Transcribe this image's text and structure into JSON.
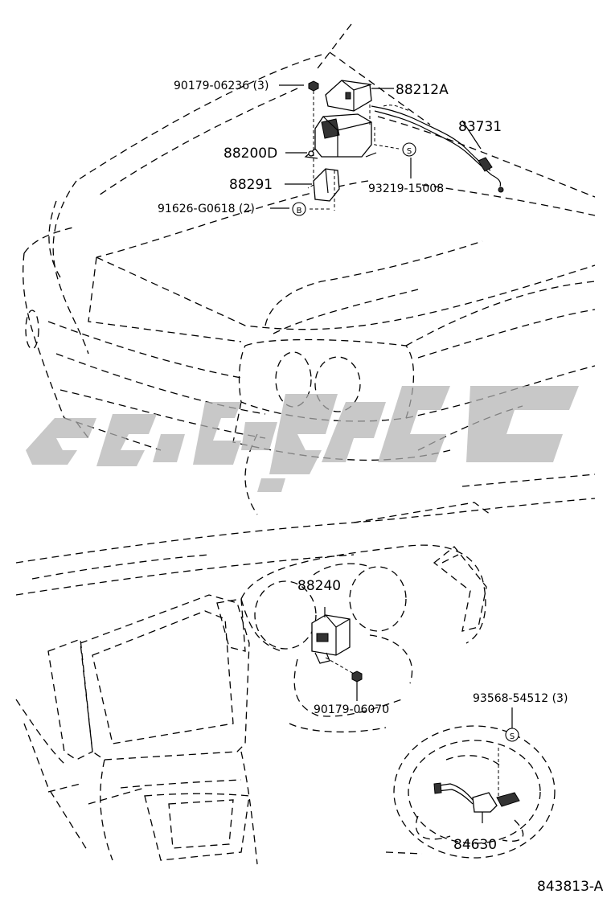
{
  "diagram": {
    "code": "843813-A",
    "parts": {
      "p1": "90179-06236 (3)",
      "p2": "88212A",
      "p3": "83731",
      "p4": "88200D",
      "p5": "88291",
      "p6": "93219-15008",
      "p7": "91626-G0618 (2)",
      "p8": "88240",
      "p9": "90179-06070",
      "p10": "93568-54512 (3)",
      "p11": "84630"
    },
    "markers": {
      "s": "S",
      "b": "B"
    },
    "watermark_icon": "logo-watermark"
  }
}
